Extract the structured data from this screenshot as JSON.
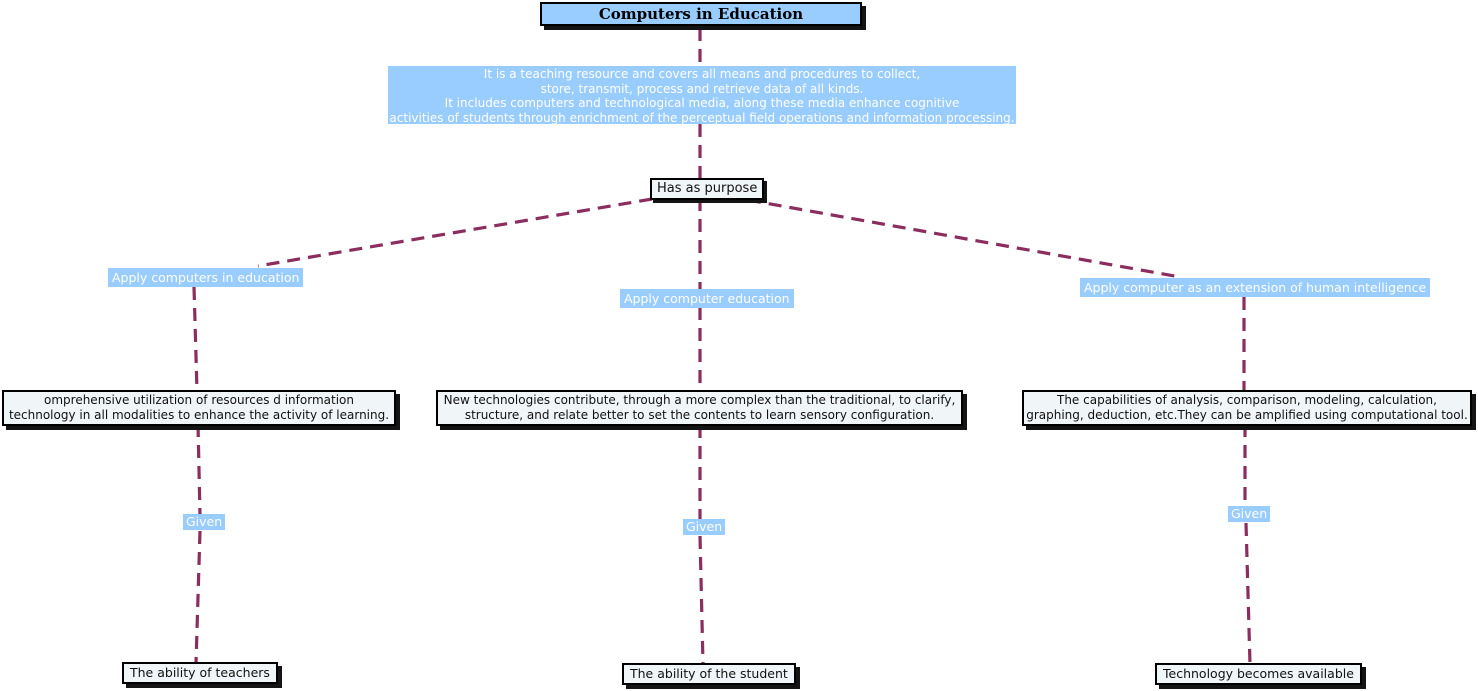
{
  "palette": {
    "node_blue": "#99CCFF",
    "box_fill": "#F0F5F8",
    "box_border": "#000000",
    "shadow": "#141414",
    "link_line": "#8B2D5D",
    "text_on_blue": "#FFFFFF",
    "text_dark": "#111111"
  },
  "map": {
    "root_title": "Computers in Education",
    "definition": "It is a teaching resource and covers all means and procedures to collect,\nstore, transmit, process and retrieve data of all kinds.\nIt includes computers and technological media, along these media enhance cognitive\nactivities of students through enrichment of the perceptual field operations and information processing.",
    "purpose_link": "Has as purpose",
    "branches": [
      {
        "label": "Apply computers in education",
        "detail": "omprehensive utilization of resources d information\ntechnology in all modalities to enhance the activity of learning.",
        "given": "Given",
        "outcome": "The ability of teachers"
      },
      {
        "label": "Apply computer education",
        "detail": "New technologies contribute, through a more complex than the traditional, to clarify,\nstructure, and relate better to set the contents to learn sensory configuration.",
        "given": "Given",
        "outcome": "The ability of the student"
      },
      {
        "label": "Apply computer as an extension of human intelligence",
        "detail": "The capabilities of analysis, comparison, modeling, calculation,\ngraphing, deduction, etc.They can be amplified using computational tool.",
        "given": "Given",
        "outcome": "Technology becomes available"
      }
    ]
  }
}
